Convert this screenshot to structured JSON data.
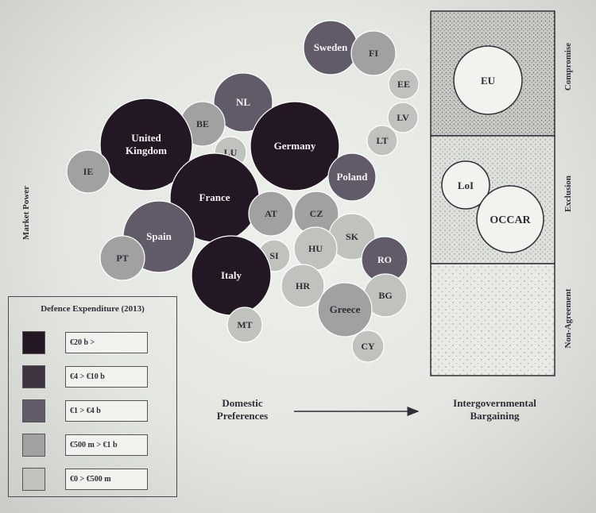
{
  "axis": {
    "market_power": "Market Power",
    "domestic_preferences": "Domestic\nPreferences",
    "intergovernmental_bargaining": "Intergovernmental\nBargaining"
  },
  "legend": {
    "title": "Defence Expenditure (2013)",
    "items": [
      {
        "label": "€20 b >",
        "color": "#221722"
      },
      {
        "label": "€4 > €10 b",
        "color": "#3d3341"
      },
      {
        "label": "€1 > €4 b",
        "color": "#615a68"
      },
      {
        "label": "€500 m > €1 b",
        "color": "#9fa2a0"
      },
      {
        "label": "€0 > €500 m",
        "color": "#bfc2bd"
      }
    ]
  },
  "countries": [
    {
      "label": "Sweden",
      "tier": 2
    },
    {
      "label": "FI",
      "tier": 3
    },
    {
      "label": "EE",
      "tier": 4
    },
    {
      "label": "LV",
      "tier": 4
    },
    {
      "label": "LT",
      "tier": 4
    },
    {
      "label": "NL",
      "tier": 2
    },
    {
      "label": "BE",
      "tier": 3
    },
    {
      "label": "United\nKingdom",
      "tier": 0
    },
    {
      "label": "IE",
      "tier": 3
    },
    {
      "label": "LU",
      "tier": 4
    },
    {
      "label": "Germany",
      "tier": 0
    },
    {
      "label": "Poland",
      "tier": 2
    },
    {
      "label": "France",
      "tier": 0
    },
    {
      "label": "Spain",
      "tier": 2
    },
    {
      "label": "PT",
      "tier": 3
    },
    {
      "label": "AT",
      "tier": 3
    },
    {
      "label": "CZ",
      "tier": 3
    },
    {
      "label": "SK",
      "tier": 4
    },
    {
      "label": "HU",
      "tier": 4
    },
    {
      "label": "SI",
      "tier": 4
    },
    {
      "label": "RO",
      "tier": 2
    },
    {
      "label": "HR",
      "tier": 4
    },
    {
      "label": "BG",
      "tier": 4
    },
    {
      "label": "Italy",
      "tier": 0
    },
    {
      "label": "Greece",
      "tier": 3
    },
    {
      "label": "MT",
      "tier": 4
    },
    {
      "label": "CY",
      "tier": 4
    }
  ],
  "outcomes": {
    "zones": [
      "Compromise",
      "Exclusion",
      "Non-Agreement"
    ],
    "bodies": [
      "EU",
      "LoI",
      "OCCAR"
    ]
  }
}
